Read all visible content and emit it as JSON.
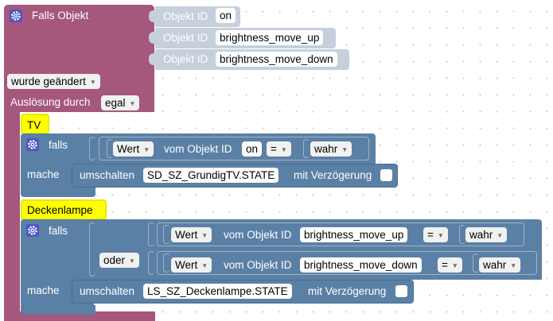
{
  "colors": {
    "event_block": "#a5577c",
    "object_list": "#c5d0dc",
    "logic_block": "#5b80a5",
    "comment": "#ffff00",
    "action_block": "#5b80a5",
    "gear": "#4f56c8"
  },
  "trigger": {
    "title": "Falls Objekt",
    "objects": [
      {
        "label": "Objekt ID",
        "value": "on"
      },
      {
        "label": "Objekt ID",
        "value": "brightness_move_up"
      },
      {
        "label": "Objekt ID",
        "value": "brightness_move_down"
      }
    ],
    "condition": "wurde geändert",
    "trigger_label": "Auslösung durch",
    "trigger_value": "egal"
  },
  "tv": {
    "comment": "TV",
    "if_label": "falls",
    "do_label": "mache",
    "compare": {
      "value_dd": "Wert",
      "of_object": "vom Objekt ID",
      "object": "on",
      "op": "=",
      "rhs": "wahr"
    },
    "action": {
      "label": "umschalten",
      "object": "SD_SZ_GrundigTV.STATE",
      "delay_label": "mit Verzögerung"
    }
  },
  "lamp": {
    "comment": "Deckenlampe",
    "if_label": "falls",
    "do_label": "mache",
    "or_dd": "oder",
    "compare1": {
      "value_dd": "Wert",
      "of_object": "vom Objekt ID",
      "object": "brightness_move_up",
      "op": "=",
      "rhs": "wahr"
    },
    "compare2": {
      "value_dd": "Wert",
      "of_object": "vom Objekt ID",
      "object": "brightness_move_down",
      "op": "=",
      "rhs": "wahr"
    },
    "action": {
      "label": "umschalten",
      "object": "LS_SZ_Deckenlampe.STATE",
      "delay_label": "mit Verzögerung"
    }
  }
}
